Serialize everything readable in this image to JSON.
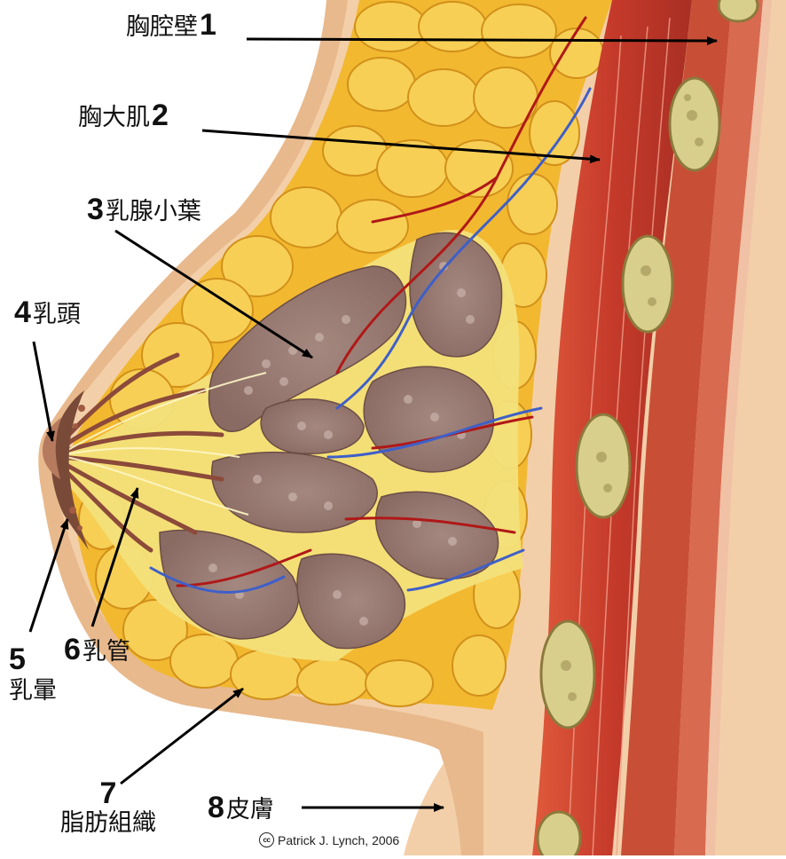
{
  "labels": [
    {
      "id": "chest-wall",
      "number": "1",
      "text": "胸腔壁"
    },
    {
      "id": "pectoralis",
      "number": "2",
      "text": "胸大肌"
    },
    {
      "id": "lobules",
      "number": "3",
      "text": "乳腺小葉"
    },
    {
      "id": "nipple",
      "number": "4",
      "text": "乳頭"
    },
    {
      "id": "areola",
      "number": "5",
      "text": "乳暈"
    },
    {
      "id": "ducts",
      "number": "6",
      "text": "乳管"
    },
    {
      "id": "fat",
      "number": "7",
      "text": "脂肪組織"
    },
    {
      "id": "skin",
      "number": "8",
      "text": "皮膚"
    }
  ],
  "credit": {
    "cc": "cc",
    "text": "Patrick J. Lynch, 2006"
  },
  "colors": {
    "skin": "#f3cfa9",
    "fat": "#f2b830",
    "muscle": "#c8432f",
    "gland": "#9a7a72",
    "artery": "#b01818",
    "vein": "#3f5fc8",
    "rib": "#d8cf8c"
  }
}
